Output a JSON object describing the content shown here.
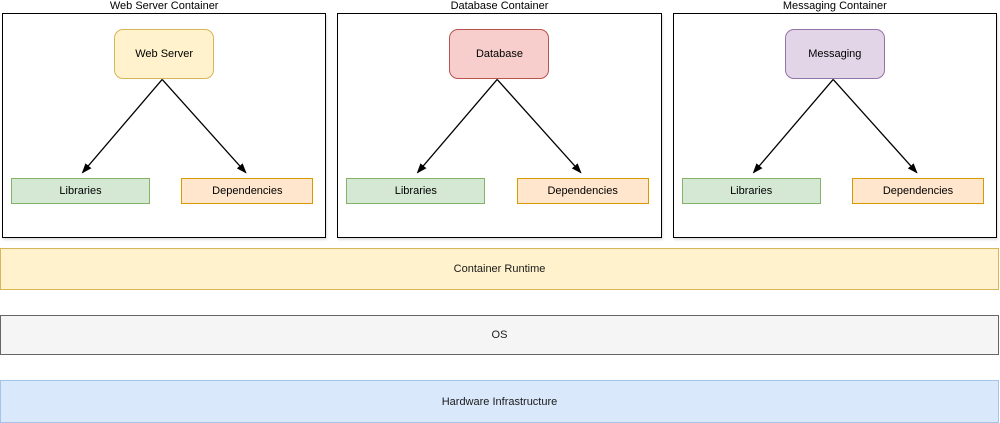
{
  "diagram": {
    "containers": [
      {
        "title": "Web Server Container",
        "node": {
          "label": "Web Server",
          "fill": "#FFF2CC",
          "border": "#D6B656"
        },
        "libraries": {
          "label": "Libraries",
          "fill": "#D5E8D4",
          "border": "#82B366"
        },
        "dependencies": {
          "label": "Dependencies",
          "fill": "#FFE6CC",
          "border": "#D79B00"
        }
      },
      {
        "title": "Database Container",
        "node": {
          "label": "Database",
          "fill": "#F8CECC",
          "border": "#B85450"
        },
        "libraries": {
          "label": "Libraries",
          "fill": "#D5E8D4",
          "border": "#82B366"
        },
        "dependencies": {
          "label": "Dependencies",
          "fill": "#FFE6CC",
          "border": "#D79B00"
        }
      },
      {
        "title": "Messaging Container",
        "node": {
          "label": "Messaging",
          "fill": "#E1D5E7",
          "border": "#9673A6"
        },
        "libraries": {
          "label": "Libraries",
          "fill": "#D5E8D4",
          "border": "#82B366"
        },
        "dependencies": {
          "label": "Dependencies",
          "fill": "#FFE6CC",
          "border": "#D79B00"
        }
      }
    ],
    "layers": [
      {
        "label": "Container Runtime",
        "fill": "#FFF2CC",
        "border": "#D6B656"
      },
      {
        "label": "OS",
        "fill": "#F5F5F5",
        "border": "#666666"
      },
      {
        "label": "Hardware Infrastructure",
        "fill": "#DAE8FC",
        "border": "#A6C3E8"
      }
    ],
    "arrow_color": "#000000"
  }
}
